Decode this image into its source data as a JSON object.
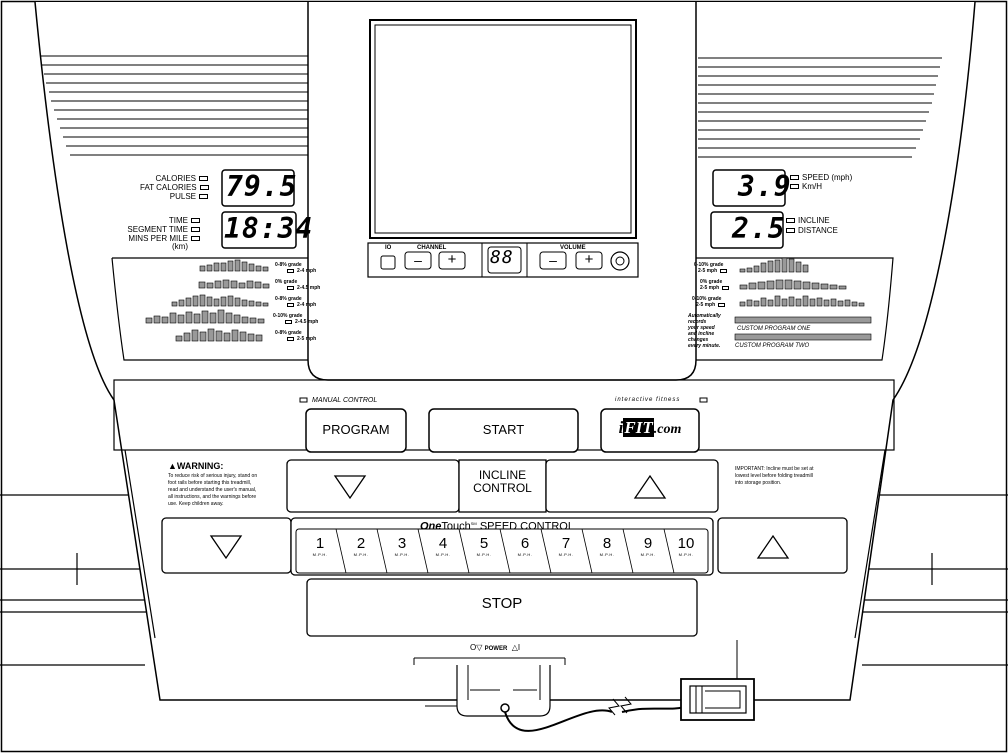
{
  "left_displays": {
    "top_labels": [
      "CALORIES",
      "FAT CALORIES",
      "PULSE"
    ],
    "top_value": "79.5",
    "bottom_labels": [
      "TIME",
      "SEGMENT TIME",
      "MINS PER MILE"
    ],
    "bottom_sub": "(km)",
    "bottom_value": "18:34"
  },
  "right_displays": {
    "top_labels": [
      "SPEED (mph)",
      "Km/H"
    ],
    "top_value": "3.9",
    "bottom_labels": [
      "INCLINE",
      "DISTANCE"
    ],
    "bottom_value": "2.5"
  },
  "tv_controls": {
    "power_label": "IO",
    "channel_label": "CHANNEL",
    "minus": "–",
    "plus": "+",
    "channel_value": "88",
    "volume_label": "VOLUME",
    "headphone_icon": "headphone-icon"
  },
  "left_programs": [
    {
      "grade": "0-8% grade",
      "speed": "2-4 mph"
    },
    {
      "grade": "0% grade",
      "speed": "2-4.5 mph"
    },
    {
      "grade": "0-8% grade",
      "speed": "2-4 mph"
    },
    {
      "grade": "0-10% grade",
      "speed": "2-4.5 mph"
    },
    {
      "grade": "0-8% grade",
      "speed": "2-5 mph"
    }
  ],
  "right_programs": [
    {
      "grade": "0-10% grade",
      "speed": "2-5 mph"
    },
    {
      "grade": "0% grade",
      "speed": "2-5 mph"
    },
    {
      "grade": "0-10% grade",
      "speed": "2-5 mph"
    }
  ],
  "custom": {
    "note_lines": [
      "Automatically",
      "records",
      "your speed",
      "and incline",
      "changes",
      "every minute."
    ],
    "one": "CUSTOM PROGRAM ONE",
    "two": "CUSTOM PROGRAM TWO"
  },
  "main_buttons": {
    "manual_control": "MANUAL CONTROL",
    "interactive_fitness": "interactive fitness",
    "program": "PROGRAM",
    "start": "START",
    "ifit_i": "i",
    "ifit_fit": "FIT",
    "ifit_com": ".com"
  },
  "warning": {
    "title": "WARNING:",
    "lines": [
      "To reduce risk of serious injury, stand on",
      "foot rails before starting this treadmill,",
      "read and understand the user's manual,",
      "all instructions, and the warnings before",
      "use. Keep children away."
    ]
  },
  "important": {
    "lines": [
      "IMPORTANT:  Incline must be set at",
      "lowest level before folding treadmill",
      "into storage position."
    ]
  },
  "incline": {
    "line1": "INCLINE",
    "line2": "CONTROL"
  },
  "speed_control": {
    "title_one": "One",
    "title_touch": "Touch",
    "title_sm": "SM",
    "title_rest": "SPEED CONTROL",
    "unit": "M.P.H.",
    "keys": [
      "1",
      "2",
      "3",
      "4",
      "5",
      "6",
      "7",
      "8",
      "9",
      "10"
    ]
  },
  "stop": "STOP",
  "power": {
    "off": "O",
    "label": "POWER",
    "on": "I"
  }
}
